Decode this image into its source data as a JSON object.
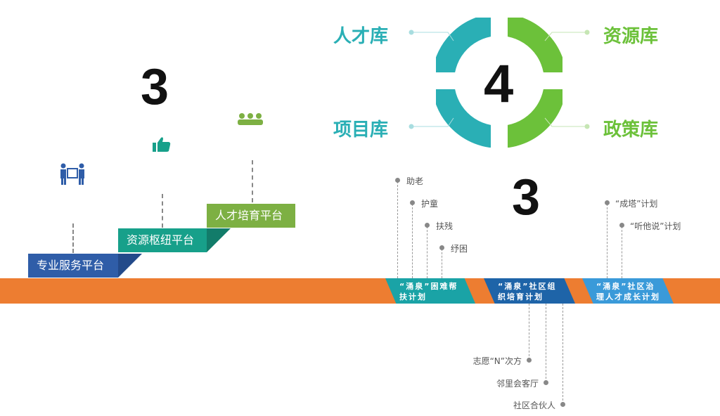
{
  "numbers": {
    "platforms": "3",
    "libraries": "4",
    "plans": "3"
  },
  "platforms": [
    {
      "label": "专业服务平台",
      "icon": "people-carrying-box-icon",
      "color": "#2F5DA8"
    },
    {
      "label": "资源枢纽平台",
      "icon": "thumbs-up-icon",
      "color": "#17A08A"
    },
    {
      "label": "人才培育平台",
      "icon": "group-icon",
      "color": "#7DB043"
    }
  ],
  "libraries": [
    {
      "label": "人才库",
      "color": "#2AAFB5"
    },
    {
      "label": "资源库",
      "color": "#6CC13A"
    },
    {
      "label": "项目库",
      "color": "#2AAFB5"
    },
    {
      "label": "政策库",
      "color": "#6CC13A"
    }
  ],
  "plans": [
    {
      "line1": "“涌泉”困难帮",
      "line2": "扶计划",
      "color": "#1AA3A6",
      "items": [
        "助老",
        "护童",
        "扶残",
        "纾困"
      ]
    },
    {
      "line1": "“涌泉”社区组",
      "line2": "织培育计划",
      "color": "#1E64A8",
      "items": [
        "志愿“N”次方",
        "邻里会客厅",
        "社区合伙人"
      ]
    },
    {
      "line1": "“涌泉”社区治",
      "line2": "理人才成长计划",
      "color": "#3A9AD9",
      "items": [
        "“成塔”计划",
        "“听他说”计划"
      ]
    }
  ],
  "colors": {
    "band": "#ED7D31"
  }
}
